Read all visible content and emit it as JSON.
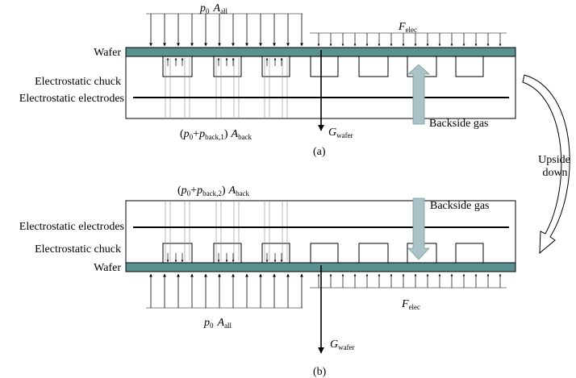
{
  "panel_a": {
    "caption": "(a)",
    "wafer_label": "Wafer",
    "chuck_label": "Electrostatic chuck",
    "electrodes_label": "Electrostatic electrodes",
    "backside_gas_label": "Backside gas",
    "top_force": {
      "p": "p",
      "p_sub": "0",
      "A": "A",
      "A_sub": "all"
    },
    "elec_force": {
      "F": "F",
      "F_sub": "elec"
    },
    "back_force": {
      "open": "(",
      "p": "p",
      "p_sub": "0",
      "plus": "+",
      "p2": "p",
      "p2_sub": "back,1",
      "close": ")",
      "A": "A",
      "A_sub": "back"
    },
    "gravity": {
      "G": "G",
      "G_sub": "wafer"
    }
  },
  "panel_b": {
    "caption": "(b)",
    "wafer_label": "Wafer",
    "chuck_label": "Electrostatic chuck",
    "electrodes_label": "Electrostatic electrodes",
    "backside_gas_label": "Backside gas",
    "top_force": {
      "open": "(",
      "p": "p",
      "p_sub": "0",
      "plus": "+",
      "p2": "p",
      "p2_sub": "back,2",
      "close": ")",
      "A": "A",
      "A_sub": "back"
    },
    "bottom_force": {
      "p": "p",
      "p_sub": "0",
      "A": "A",
      "A_sub": "all"
    },
    "elec_force": {
      "F": "F",
      "F_sub": "elec"
    },
    "gravity": {
      "G": "G",
      "G_sub": "wafer"
    }
  },
  "flip_label": {
    "line1": "Upside",
    "line2": "down"
  },
  "colors": {
    "wafer": "#5a9292",
    "gas_arrow": "#a9c3c6",
    "line": "#000000",
    "flip_arrow": "#ffffff"
  }
}
